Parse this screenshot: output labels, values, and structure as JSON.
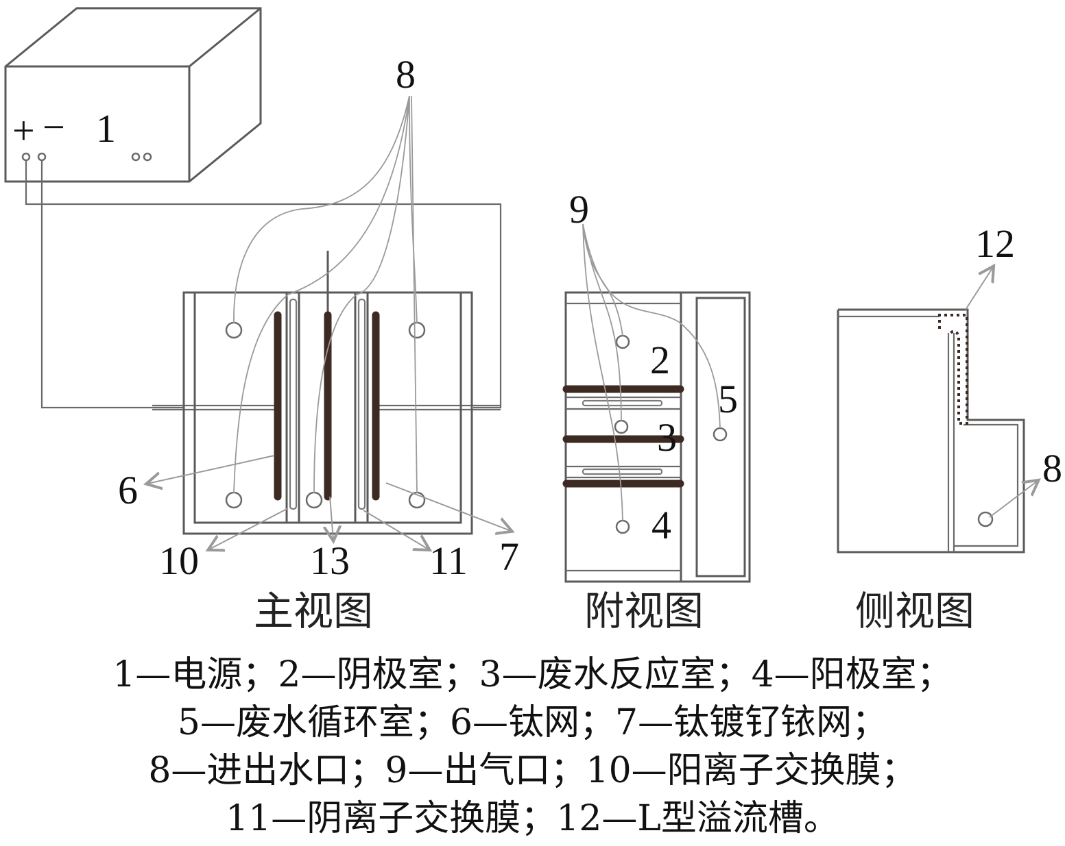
{
  "figure": {
    "callouts": {
      "power": "1",
      "plus": "+",
      "minus": "−",
      "label_8_top": "8",
      "label_9": "9",
      "label_2": "2",
      "label_3": "3",
      "label_4": "4",
      "label_5": "5",
      "label_6": "6",
      "label_7": "7",
      "label_10": "10",
      "label_11": "11",
      "label_13": "13",
      "label_12": "12",
      "label_8_side": "8"
    },
    "views": {
      "front": "主视图",
      "top": "附视图",
      "side": "侧视图"
    },
    "legend_lines": [
      "1—电源；2—阴极室；3—废水反应室；4—阳极室；",
      "5—废水循环室；6—钛网；7—钛镀钌铱网；",
      "8—进出水口；9—出气口；10—阳离子交换膜；",
      "11—阴离子交换膜；12—L型溢流槽。"
    ],
    "colors": {
      "electrode": "#3d2a22",
      "outline": "#5a5a5a",
      "leader": "#9a9a9a"
    }
  }
}
